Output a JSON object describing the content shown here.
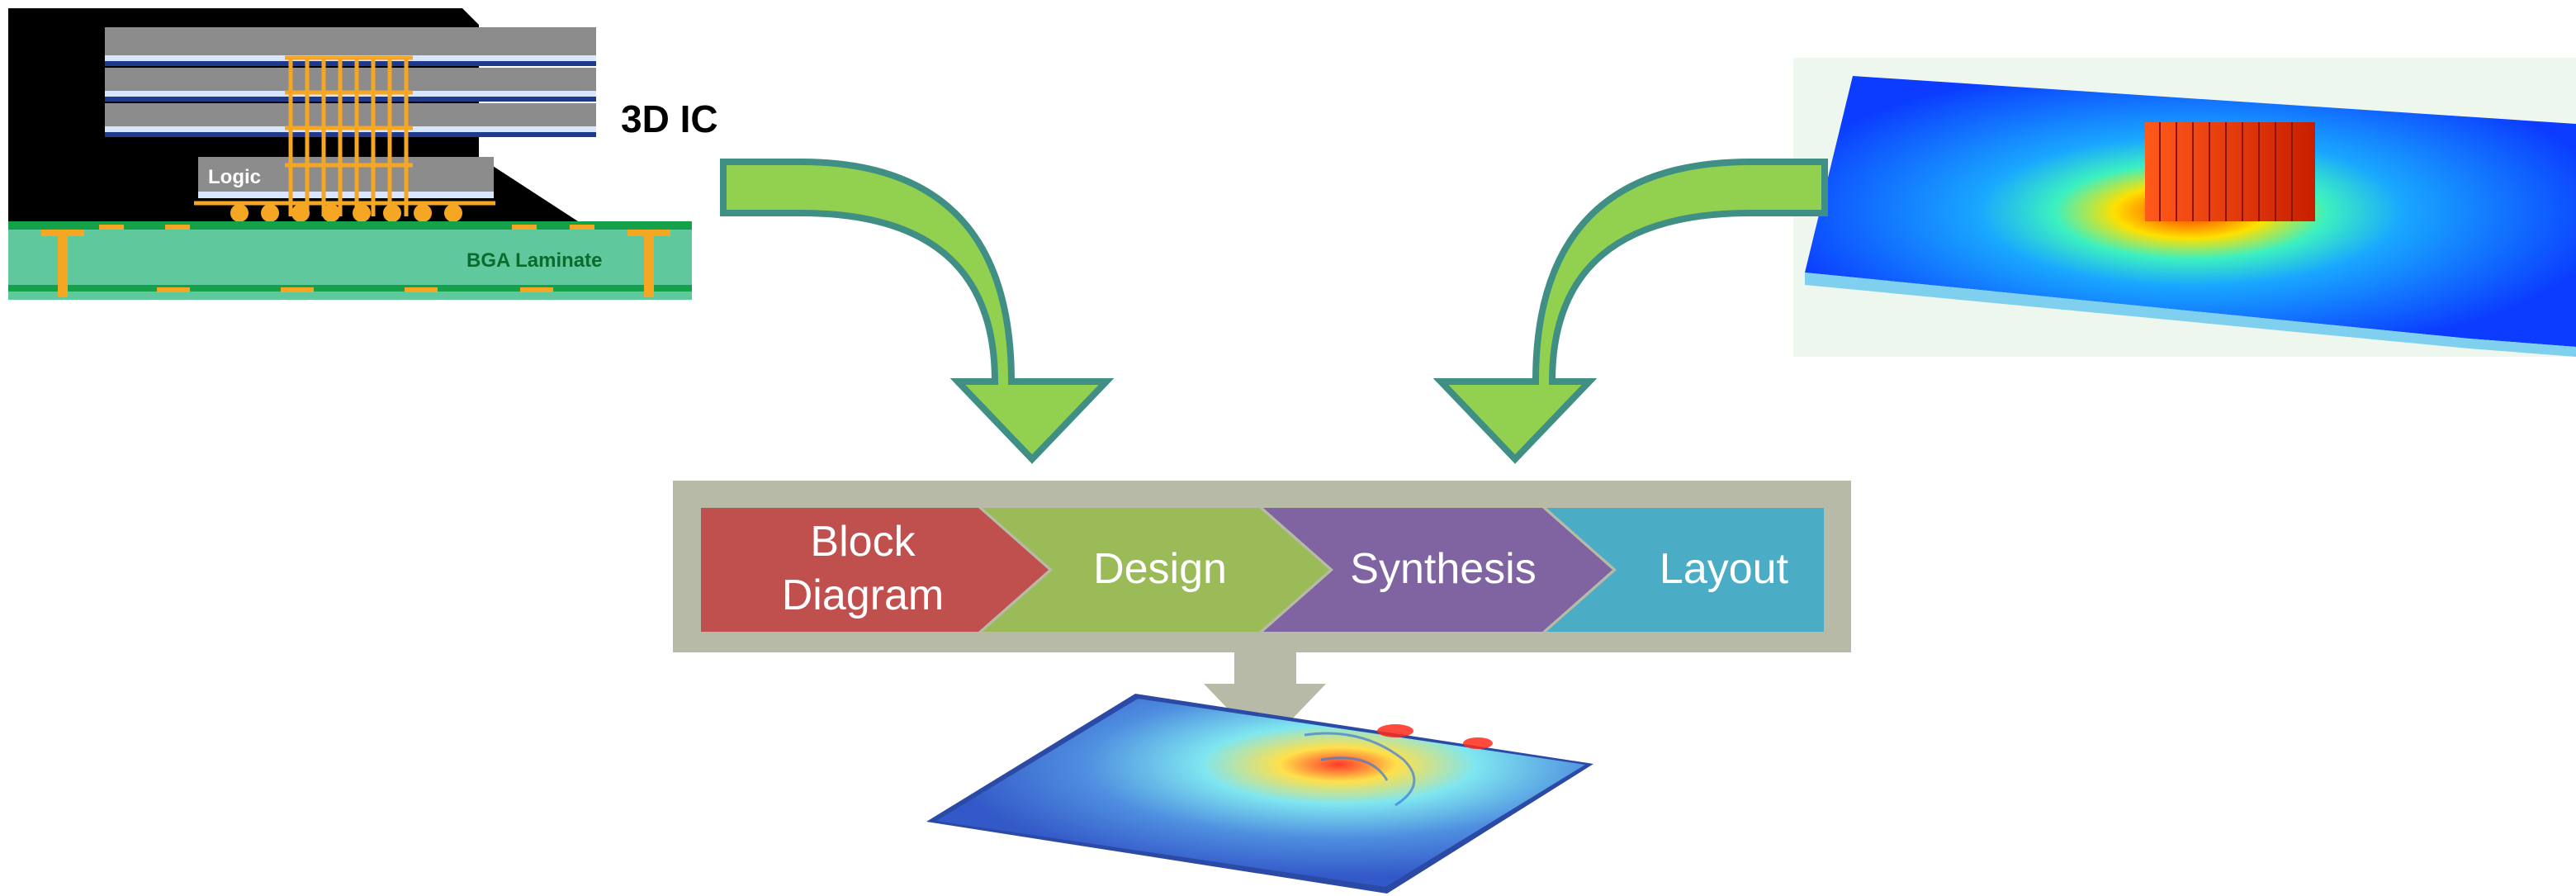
{
  "package": {
    "title": "3D IC",
    "logic_label": "Logic",
    "laminate_label": "BGA Laminate"
  },
  "flow": {
    "steps": [
      {
        "line1": "Block",
        "line2": "Diagram",
        "color": "#c0504d"
      },
      {
        "line1": "Design",
        "line2": "",
        "color": "#9bbb59"
      },
      {
        "line1": "Synthesis",
        "line2": "",
        "color": "#8064a2"
      },
      {
        "line1": "Layout",
        "line2": "",
        "color": "#4bacc6"
      }
    ],
    "frame_color": "#b8baa8"
  },
  "colors": {
    "curved_arrow_fill": "#92d050",
    "curved_arrow_stroke": "#3f8f85",
    "tsv_orange": "#f5a623",
    "laminate_green": "#5fc99d",
    "laminate_dark": "#14a14a",
    "die_gray": "#8a8a8a",
    "die_blue": "#1f3a8a"
  },
  "thermal_map_icon": "thermal-map-icon",
  "heatsink_sim_icon": "heatsink-simulation-icon"
}
